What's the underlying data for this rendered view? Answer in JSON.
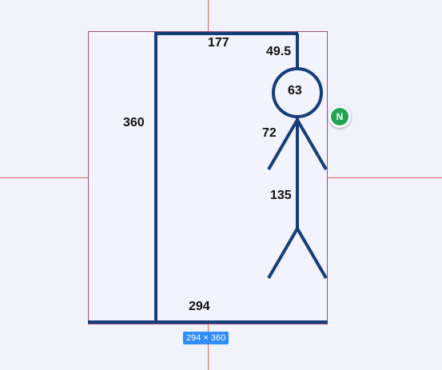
{
  "drawing": {
    "colors": {
      "stroke": "#153e78",
      "frame": "#a44d7c",
      "frame_fill": "#f2f3fd",
      "guide": "#e0645a",
      "badge_bg": "#2f8df5",
      "avatar_bg": "#23a455"
    },
    "labels": {
      "top_width": "177",
      "rope_length": "49.5",
      "head_diameter": "63",
      "gallows_height": "360",
      "arm_length": "72",
      "body_length": "135",
      "base_width": "294"
    }
  },
  "selection": {
    "size_badge": "294 × 360"
  },
  "user": {
    "avatar_initial": "N"
  }
}
